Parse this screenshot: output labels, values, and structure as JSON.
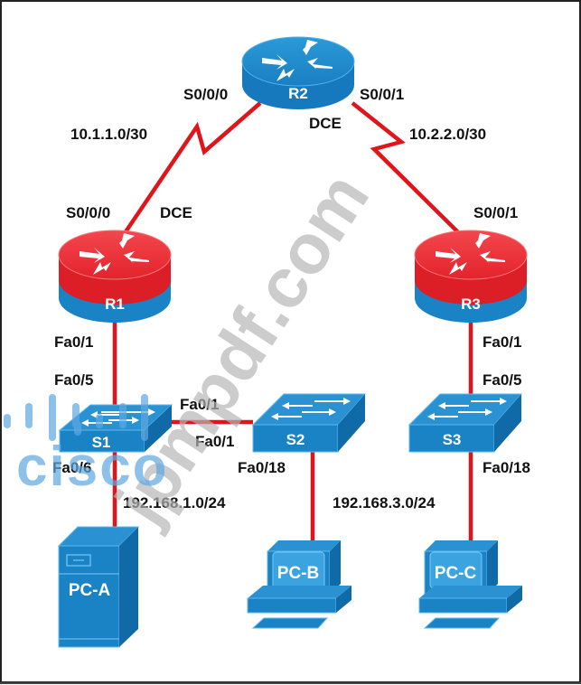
{
  "colors": {
    "link": "#e0151c",
    "device_blue": "#1a87c9",
    "device_blue_dark": "#0f6aa6",
    "router_red": "#f0323a",
    "router_red_dark": "#d81d25",
    "label": "#111111",
    "watermark_grey": "#b4b4b4",
    "watermark_blue": "#5fa8e0"
  },
  "devices": {
    "r2": {
      "label": "R2",
      "type": "router",
      "color": "blue"
    },
    "r1": {
      "label": "R1",
      "type": "router",
      "color": "red"
    },
    "r3": {
      "label": "R3",
      "type": "router",
      "color": "red"
    },
    "s1": {
      "label": "S1",
      "type": "switch"
    },
    "s2": {
      "label": "S2",
      "type": "switch"
    },
    "s3": {
      "label": "S3",
      "type": "switch"
    },
    "pc_a": {
      "label": "PC-A",
      "type": "tower"
    },
    "pc_b": {
      "label": "PC-B",
      "type": "desktop"
    },
    "pc_c": {
      "label": "PC-C",
      "type": "desktop"
    }
  },
  "links": [
    {
      "from": "R1",
      "to": "R2",
      "type": "serial",
      "network": "10.1.1.0/30",
      "r1_port": "S0/0/0",
      "r1_role": "DCE",
      "r2_port": "S0/0/0"
    },
    {
      "from": "R2",
      "to": "R3",
      "type": "serial",
      "network": "10.2.2.0/30",
      "r2_port": "S0/0/1",
      "r2_role": "DCE",
      "r3_port": "S0/0/1"
    },
    {
      "from": "R1",
      "to": "S1",
      "type": "ethernet",
      "r1_port": "Fa0/1",
      "s1_port": "Fa0/5"
    },
    {
      "from": "S1",
      "to": "S2",
      "type": "ethernet",
      "s1_port": "Fa0/1",
      "s2_port": "Fa0/1"
    },
    {
      "from": "S1",
      "to": "PC-A",
      "type": "ethernet",
      "s1_port": "Fa0/6"
    },
    {
      "from": "S2",
      "to": "PC-B",
      "type": "ethernet",
      "s2_port": "Fa0/18"
    },
    {
      "from": "R3",
      "to": "S3",
      "type": "ethernet",
      "r3_port": "Fa0/1",
      "s3_port": "Fa0/5"
    },
    {
      "from": "S3",
      "to": "PC-C",
      "type": "ethernet",
      "s3_port": "Fa0/18"
    }
  ],
  "labels": {
    "r2_s000": "S0/0/0",
    "r2_s001": "S0/0/1",
    "r2_dce": "DCE",
    "net_r1_r2": "10.1.1.0/30",
    "net_r2_r3": "10.2.2.0/30",
    "r1_s000": "S0/0/0",
    "r1_dce": "DCE",
    "r3_s001": "S0/0/1",
    "r1_fa01": "Fa0/1",
    "s1_fa05": "Fa0/5",
    "s1_fa01": "Fa0/1",
    "s2_fa01": "Fa0/1",
    "s1_fa06": "Fa0/6",
    "s2_fa018": "Fa0/18",
    "r3_fa01": "Fa0/1",
    "s3_fa05": "Fa0/5",
    "s3_fa018": "Fa0/18",
    "lan1": "192.168.1.0/24",
    "lan3": "192.168.3.0/24"
  },
  "watermark": {
    "diagonal_text": "jpmpdf.com",
    "logo_text": "cisco"
  }
}
